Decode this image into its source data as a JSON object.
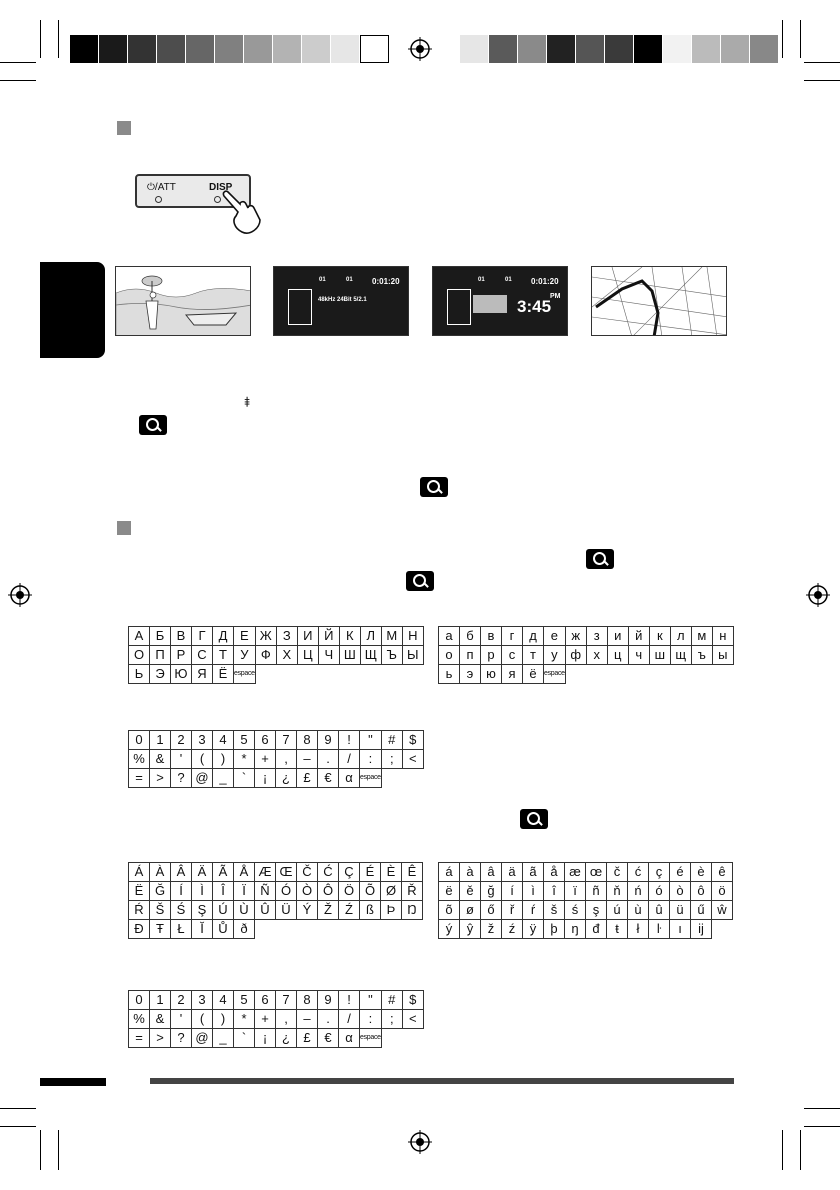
{
  "colorbar": {
    "left": [
      "#000000",
      "#1a1a1a",
      "#333333",
      "#4d4d4d",
      "#666666",
      "#808080",
      "#999999",
      "#b3b3b3",
      "#cccccc",
      "#e6e6e6",
      "#ffffff"
    ],
    "right": [
      "#e6e6e6",
      "#5a5a5a",
      "#8a8a8a",
      "#222222",
      "#555555",
      "#3a3a3a",
      "#000000",
      "#f2f2f2",
      "#bbbbbb",
      "#aaaaaa",
      "#888888"
    ]
  },
  "panel": {
    "power_label": "⏻/ATT",
    "disp_label": "DISP"
  },
  "screen2": {
    "a": "01",
    "b": "01",
    "time": "0:01:20",
    "info": "48kHz 24Bit 5/2.1"
  },
  "screen3": {
    "a": "01",
    "b": "01",
    "time": "0:01:20",
    "clock": "3:45",
    "pm": "PM"
  },
  "tables": {
    "cyr_upper": [
      [
        "А",
        "Б",
        "В",
        "Г",
        "Д",
        "Е",
        "Ж",
        "З",
        "И",
        "Й",
        "К",
        "Л",
        "М",
        "Н"
      ],
      [
        "О",
        "П",
        "Р",
        "С",
        "Т",
        "У",
        "Ф",
        "Х",
        "Ц",
        "Ч",
        "Ш",
        "Щ",
        "Ъ",
        "Ы"
      ],
      [
        "Ь",
        "Э",
        "Ю",
        "Я",
        "Ë",
        "espace"
      ]
    ],
    "cyr_lower": [
      [
        "а",
        "б",
        "в",
        "г",
        "д",
        "е",
        "ж",
        "з",
        "и",
        "й",
        "к",
        "л",
        "м",
        "н"
      ],
      [
        "о",
        "п",
        "р",
        "с",
        "т",
        "у",
        "ф",
        "х",
        "ц",
        "ч",
        "ш",
        "щ",
        "ъ",
        "ы"
      ],
      [
        "ь",
        "э",
        "ю",
        "я",
        "ë",
        "espace"
      ]
    ],
    "symbols1": [
      [
        "0",
        "1",
        "2",
        "3",
        "4",
        "5",
        "6",
        "7",
        "8",
        "9",
        "!",
        "\"",
        "#",
        "$"
      ],
      [
        "%",
        "&",
        "'",
        "(",
        ")",
        "*",
        "+",
        ",",
        "–",
        ".",
        "/",
        ":",
        ";",
        "<"
      ],
      [
        "=",
        ">",
        "?",
        "@",
        "_",
        "`",
        "¡",
        "¿",
        "£",
        "€",
        "α",
        "espace"
      ]
    ],
    "accent_upper": [
      [
        "Á",
        "À",
        "Â",
        "Ä",
        "Ã",
        "Å",
        "Æ",
        "Œ",
        "Č",
        "Ć",
        "Ç",
        "É",
        "È",
        "Ê"
      ],
      [
        "Ë",
        "Ğ",
        "Í",
        "Ì",
        "Î",
        "Ï",
        "Ñ",
        "Ó",
        "Ò",
        "Ô",
        "Ö",
        "Õ",
        "Ø",
        "Ř"
      ],
      [
        "Ŕ",
        "Š",
        "Ś",
        "Ş",
        "Ú",
        "Ù",
        "Û",
        "Ü",
        "Ý",
        "Ž",
        "Ź",
        "ß",
        "Þ",
        "Ŋ"
      ],
      [
        "Đ",
        "Ŧ",
        "Ł",
        "Ĭ",
        "Ů",
        "ð"
      ]
    ],
    "accent_lower": [
      [
        "á",
        "à",
        "â",
        "ä",
        "ã",
        "å",
        "æ",
        "œ",
        "č",
        "ć",
        "ç",
        "é",
        "è",
        "ê"
      ],
      [
        "ë",
        "ě",
        "ğ",
        "í",
        "ì",
        "î",
        "ï",
        "ñ",
        "ň",
        "ń",
        "ó",
        "ò",
        "ô",
        "ö"
      ],
      [
        "õ",
        "ø",
        "ő",
        "ř",
        "ŕ",
        "š",
        "ś",
        "ş",
        "ú",
        "ù",
        "û",
        "ü",
        "ű",
        "ŵ"
      ],
      [
        "ý",
        "ŷ",
        "ž",
        "ź",
        "ÿ",
        "þ",
        "ŋ",
        "đ",
        "ŧ",
        "ł",
        "ŀ",
        "ı",
        "ĳ"
      ]
    ],
    "symbols2": [
      [
        "0",
        "1",
        "2",
        "3",
        "4",
        "5",
        "6",
        "7",
        "8",
        "9",
        "!",
        "\"",
        "#",
        "$"
      ],
      [
        "%",
        "&",
        "'",
        "(",
        ")",
        "*",
        "+",
        ",",
        "–",
        ".",
        "/",
        ":",
        ";",
        "<"
      ],
      [
        "=",
        ">",
        "?",
        "@",
        "_",
        "`",
        "¡",
        "¿",
        "£",
        "€",
        "α",
        "espace"
      ]
    ]
  }
}
